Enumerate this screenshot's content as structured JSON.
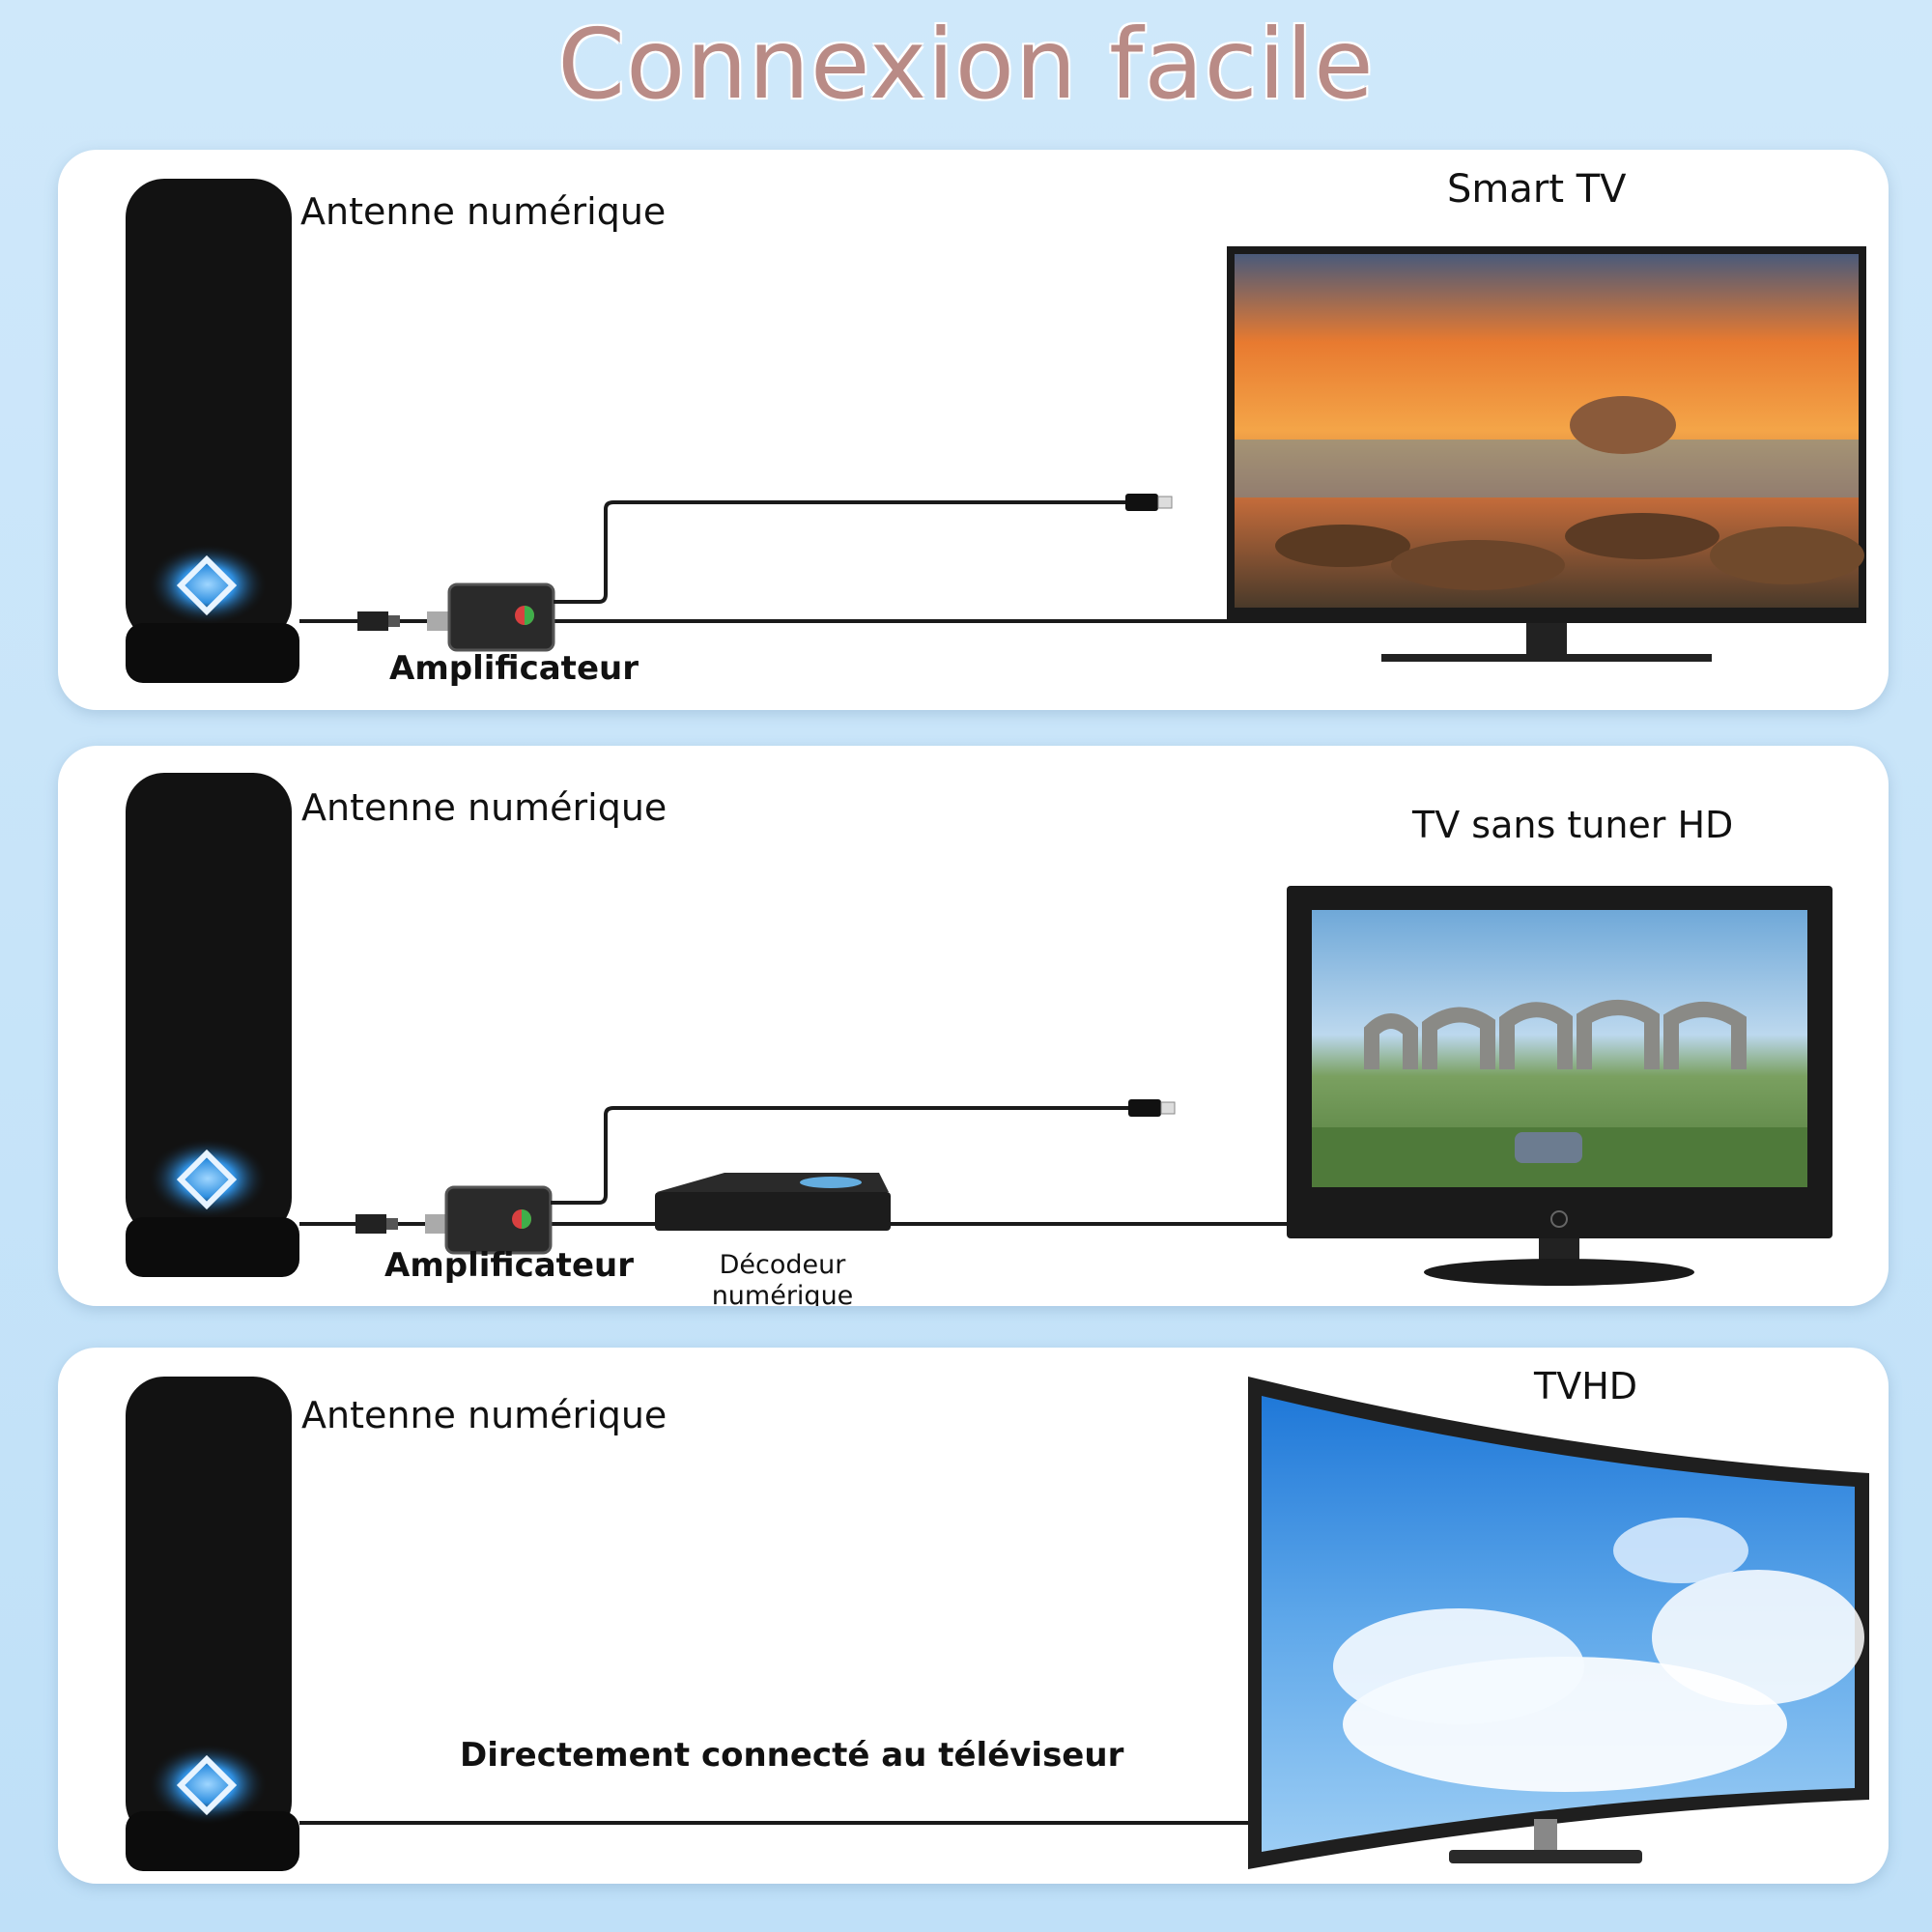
{
  "title": "Connexion facile",
  "panels": [
    {
      "antenna_label": "Antenne numérique",
      "amplifier_label": "Amplificateur",
      "tv_label": "Smart TV"
    },
    {
      "antenna_label": "Antenne numérique",
      "amplifier_label": "Amplificateur",
      "decoder_label_line1": "Décodeur",
      "decoder_label_line2": "numérique",
      "tv_label": "TV sans tuner HD"
    },
    {
      "antenna_label": "Antenne numérique",
      "direct_label": "Directement connecté au téléviseur",
      "tv_label": "TVHD"
    }
  ],
  "colors": {
    "background": "#c6e4f9",
    "title": "#b98b86",
    "panel": "#ffffff",
    "antenna": "#111111",
    "cable": "#1a1a1a",
    "glow": "#2f8fe0"
  },
  "icons": [
    "antenna-icon",
    "amplifier-icon",
    "decoder-icon",
    "usb-plug-icon",
    "coax-connector-icon",
    "tv-icon"
  ]
}
